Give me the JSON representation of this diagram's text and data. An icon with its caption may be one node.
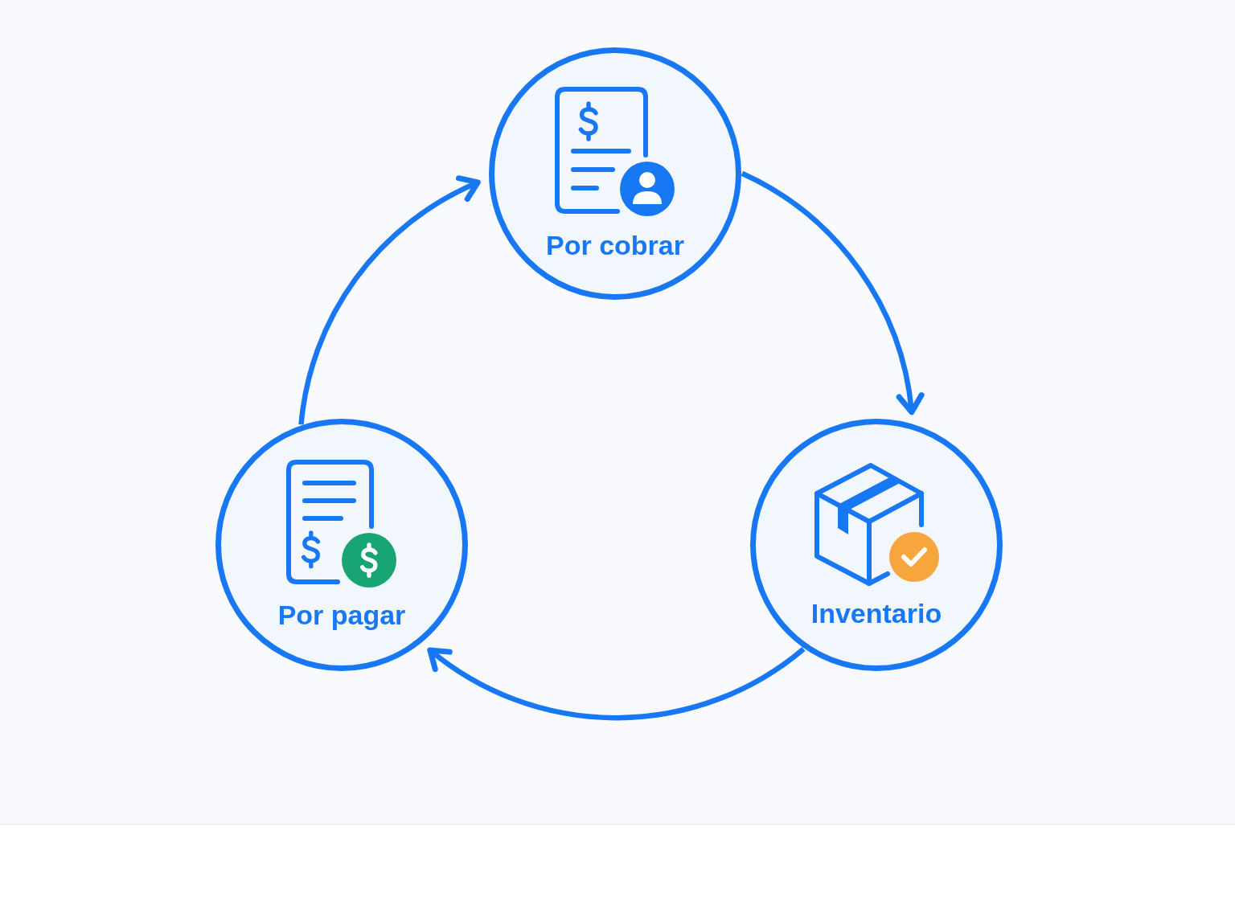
{
  "diagram": {
    "nodes": [
      {
        "text": [
          "Por cobrar"
        ]
      },
      {
        "text": [
          "Por pagar"
        ]
      },
      {
        "text": [
          "Inventario"
        ]
      }
    ],
    "edges": [
      {
        "from": 0,
        "to": 2,
        "arrow": "to"
      },
      {
        "from": 2,
        "to": 1,
        "arrow": "to"
      },
      {
        "from": 1,
        "to": 0,
        "arrow": "to"
      }
    ]
  }
}
